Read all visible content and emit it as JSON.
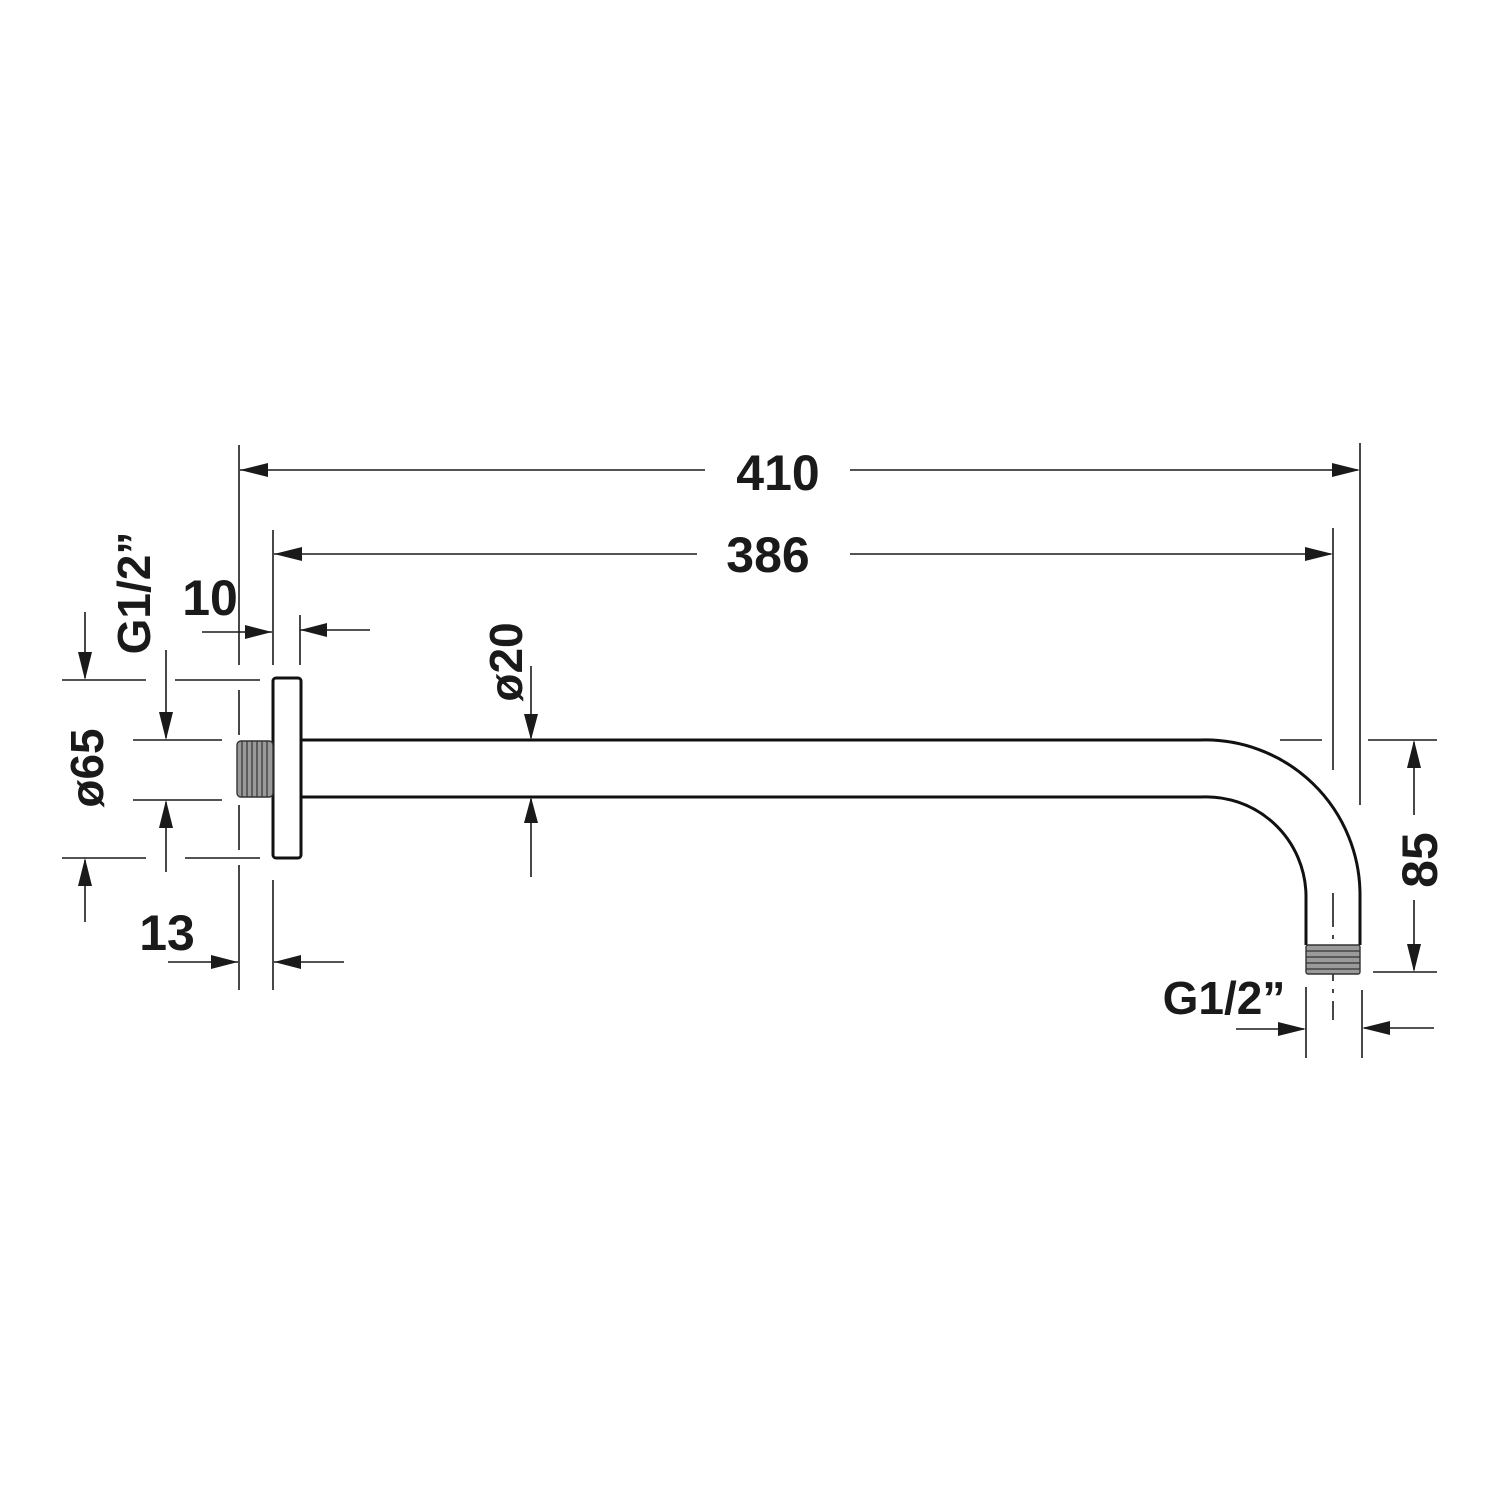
{
  "drawing": {
    "title": "Shower arm technical drawing",
    "units": "mm",
    "colors": {
      "line": "#1a1a1a",
      "background": "#ffffff"
    },
    "dimensions": {
      "overall_length": "410",
      "arm_length": "386",
      "rosette_thickness": "10",
      "wall_thread_length": "13",
      "rosette_diameter": "ø65",
      "tube_diameter": "ø20",
      "drop_height": "85",
      "wall_thread": "G1/2”",
      "outlet_thread": "G1/2”"
    }
  }
}
